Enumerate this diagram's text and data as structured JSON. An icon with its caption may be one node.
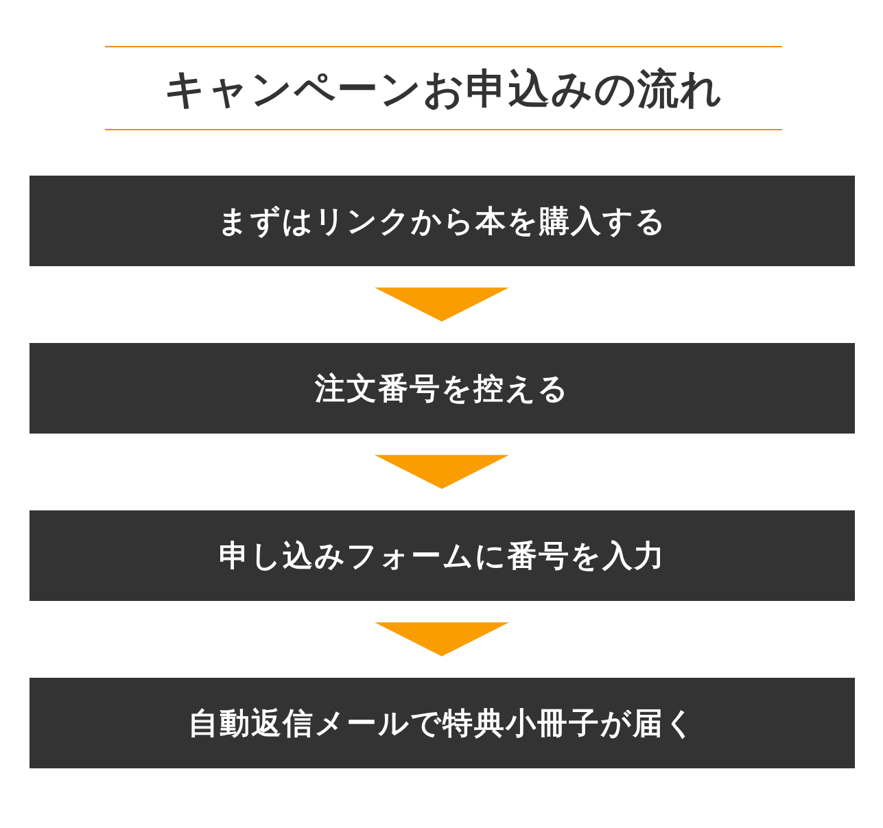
{
  "diagram": {
    "title": "キャンペーンお申込みの流れ",
    "nodes": [
      {
        "text": [
          "まずはリンクから本を購入する"
        ]
      },
      {
        "text": [
          "注文番号を控える"
        ]
      },
      {
        "text": [
          "申し込みフォームに番号を入力"
        ]
      },
      {
        "text": [
          "自動返信メールで特典小冊子が届く"
        ]
      }
    ],
    "edges": [
      {
        "from": 0,
        "to": 1,
        "arrow": "to"
      },
      {
        "from": 1,
        "to": 2,
        "arrow": "to"
      },
      {
        "from": 2,
        "to": 3,
        "arrow": "to"
      }
    ]
  }
}
